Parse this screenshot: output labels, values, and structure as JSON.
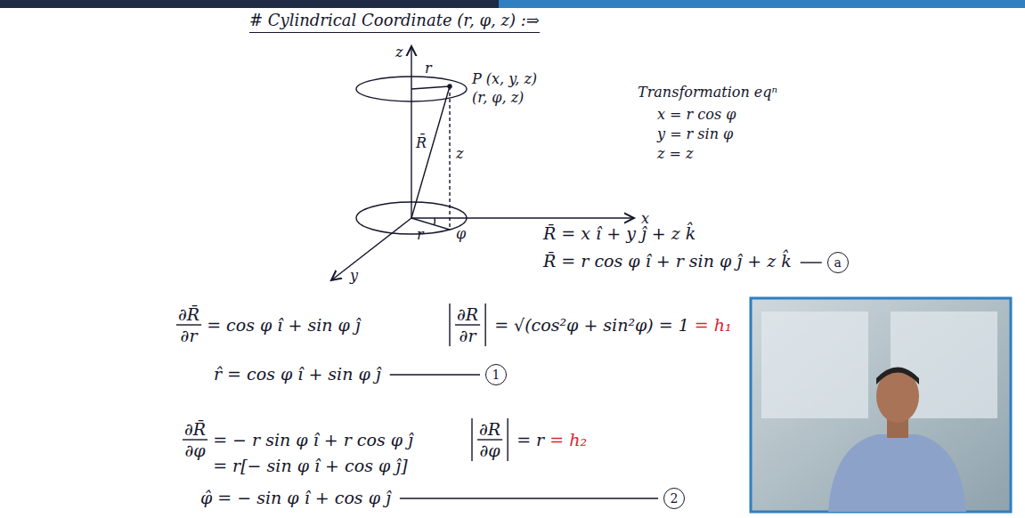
{
  "diagram": {
    "title": "# Cylindrical Coordinate (r, φ, z) :⇒",
    "labels": [
      "z",
      "x",
      "y",
      "r",
      "P (x, y, z)",
      "(r, φ, z)",
      "R̄",
      "z",
      "r",
      "φ",
      "Transformation eqⁿ",
      "x = r cos φ",
      "y = r sin φ",
      "z = z",
      "R̄ = x î + y ĵ + z k̂",
      "R̄ = r cos φ î + r sin φ ĵ + z k̂",
      "a",
      "∂R̄",
      "∂r",
      "= cos φ î + sin φ ĵ",
      "∂R",
      "∂r",
      "= √(cos²φ + sin²φ) = 1",
      "= h₁",
      "r̂ = cos φ î + sin φ ĵ",
      "1",
      "∂R̄",
      "∂φ",
      "= − r sin φ î + r cos φ ĵ",
      "= r[− sin φ î + cos φ ĵ]",
      "∂R",
      "∂φ",
      "= r",
      "= h₂",
      "φ̂ = − sin φ î + cos φ ĵ",
      "2"
    ]
  }
}
